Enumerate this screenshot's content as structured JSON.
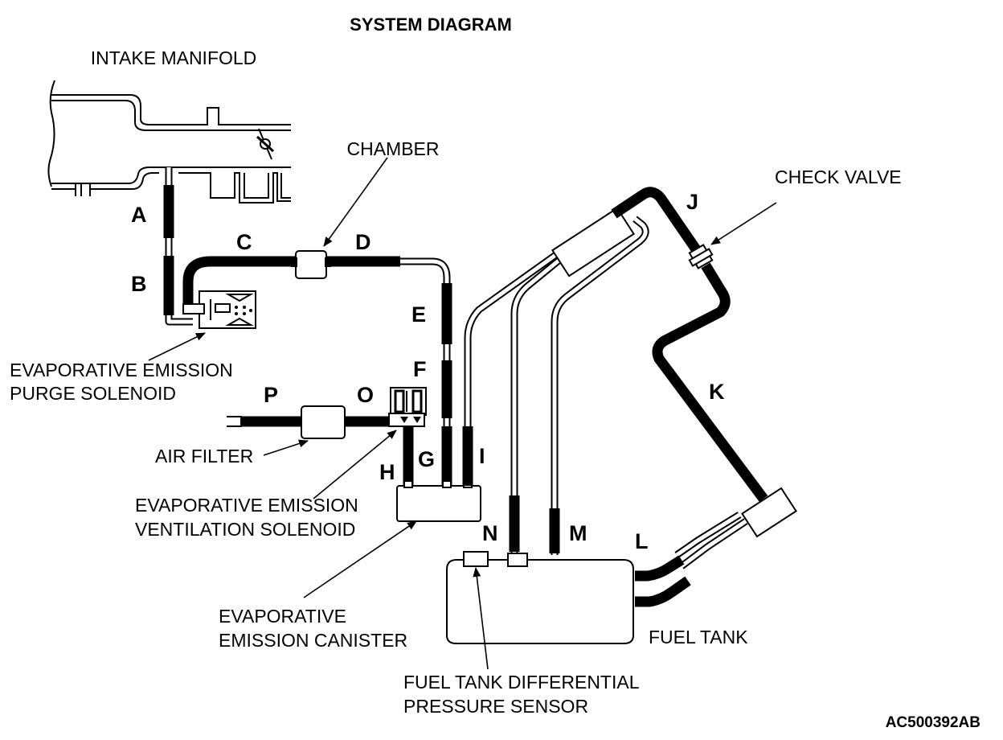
{
  "title": "SYSTEM DIAGRAM",
  "components": {
    "intake_manifold": "INTAKE MANIFOLD",
    "chamber": "CHAMBER",
    "check_valve": "CHECK VALVE",
    "purge_solenoid": [
      "EVAPORATIVE EMISSION",
      "PURGE SOLENOID"
    ],
    "air_filter": "AIR FILTER",
    "ventilation_solenoid": [
      "EVAPORATIVE EMISSION",
      "VENTILATION SOLENOID"
    ],
    "canister": [
      "EVAPORATIVE",
      "EMISSION CANISTER"
    ],
    "fuel_tank": "FUEL TANK",
    "pressure_sensor": [
      "FUEL TANK DIFFERENTIAL",
      "PRESSURE SENSOR"
    ]
  },
  "hoses": {
    "a": "A",
    "b": "B",
    "c": "C",
    "d": "D",
    "e": "E",
    "f": "F",
    "g": "G",
    "h": "H",
    "i": "I",
    "j": "J",
    "k": "K",
    "l": "L",
    "m": "M",
    "n": "N",
    "o": "O",
    "p": "P"
  },
  "figure_code": "AC500392AB"
}
